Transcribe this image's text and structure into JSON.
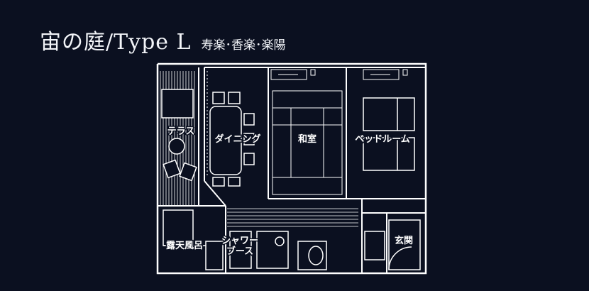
{
  "title": {
    "main": "宙の庭/Type L",
    "rooms": "寿楽･香楽･楽陽"
  },
  "rooms": {
    "terrace": "テラス",
    "dining": "ダイニング",
    "washitsu": "和室",
    "bedroom": "ベッドルーム",
    "rotenburo": "露天風呂",
    "shower_line1": "シャワー",
    "shower_line2": "ブース",
    "genkan": "玄関"
  },
  "colors": {
    "background": "#0b1020",
    "lines": "#ffffff"
  }
}
